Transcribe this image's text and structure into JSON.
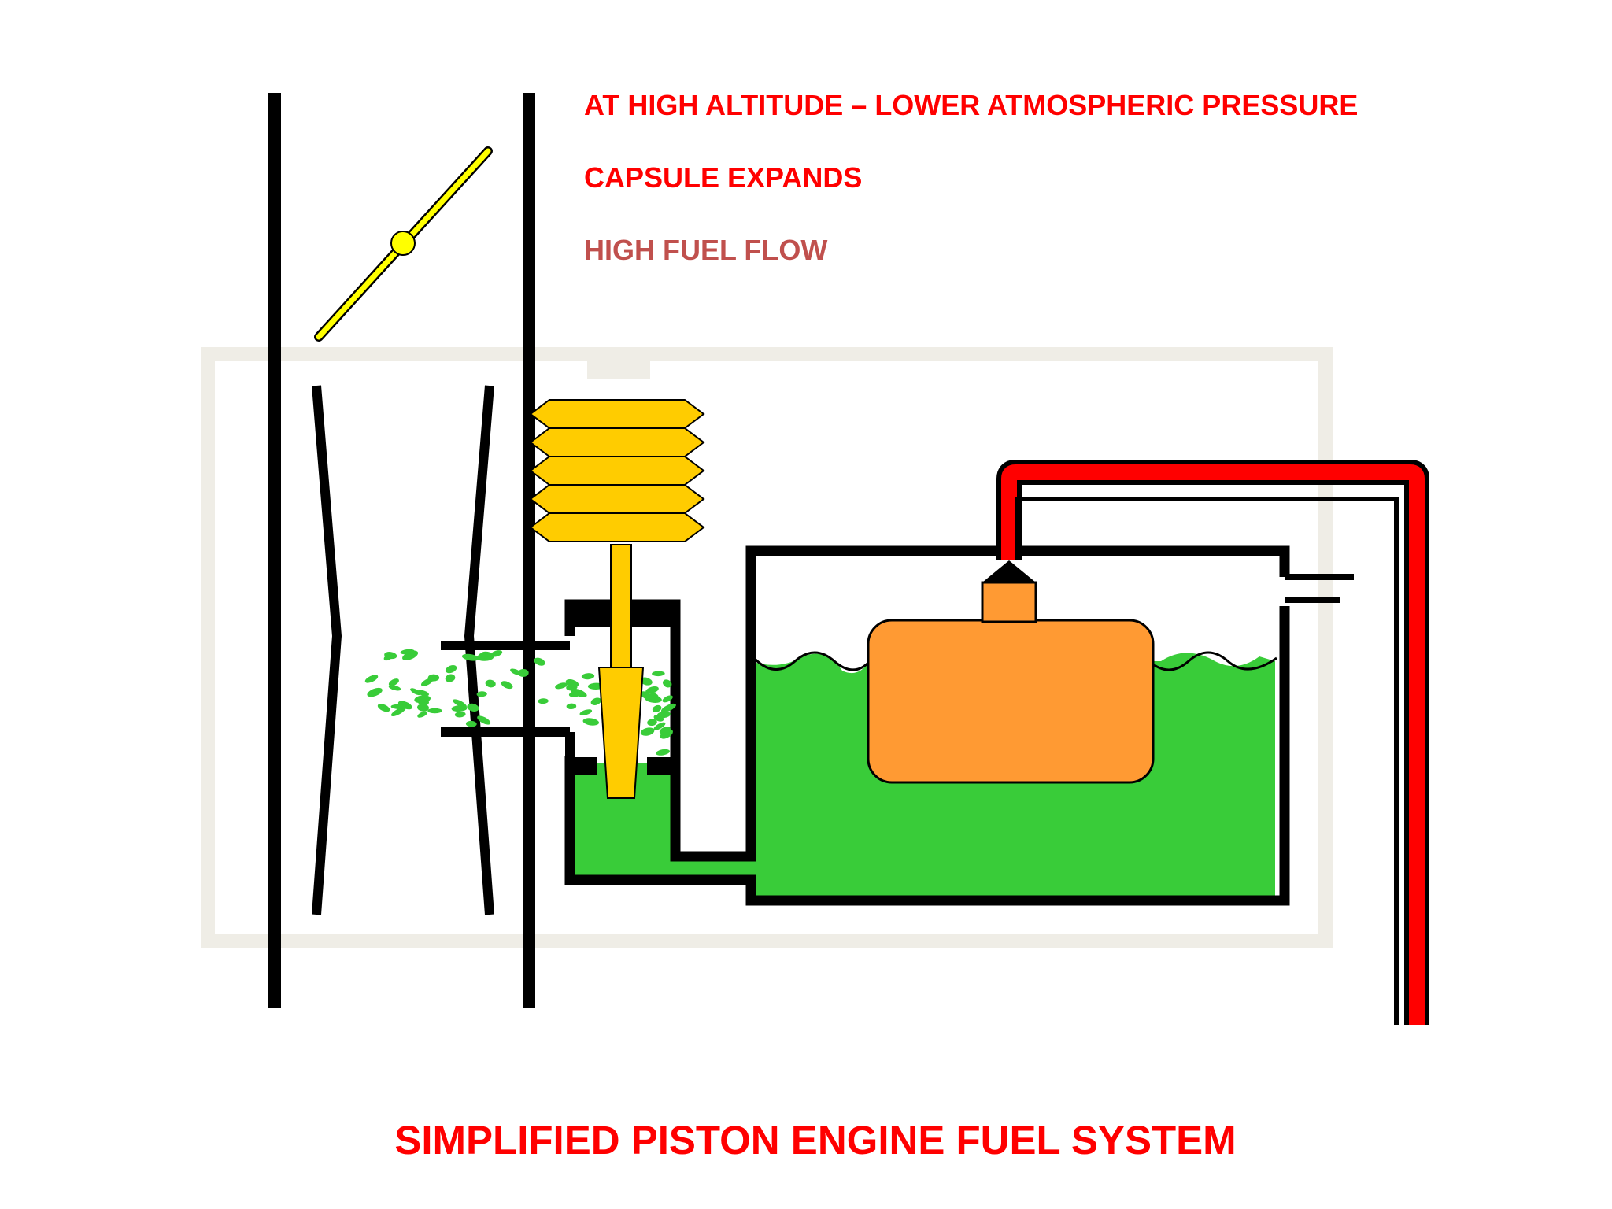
{
  "labels": {
    "condition": "AT HIGH ALTITUDE – LOWER ATMOSPHERIC PRESSURE",
    "capsule": "CAPSULE EXPANDS",
    "flow": "HIGH FUEL FLOW",
    "title": "SIMPLIFIED PISTON ENGINE FUEL SYSTEM"
  },
  "colors": {
    "fuel": "#39cc39",
    "float": "#ff9a33",
    "capsule": "#ffcc00",
    "throttle": "#ffff00",
    "pressure_pipe": "#ff0000",
    "background_frame": "#efede6",
    "label_red": "#ff0000",
    "label_flow": "#c0504d"
  }
}
